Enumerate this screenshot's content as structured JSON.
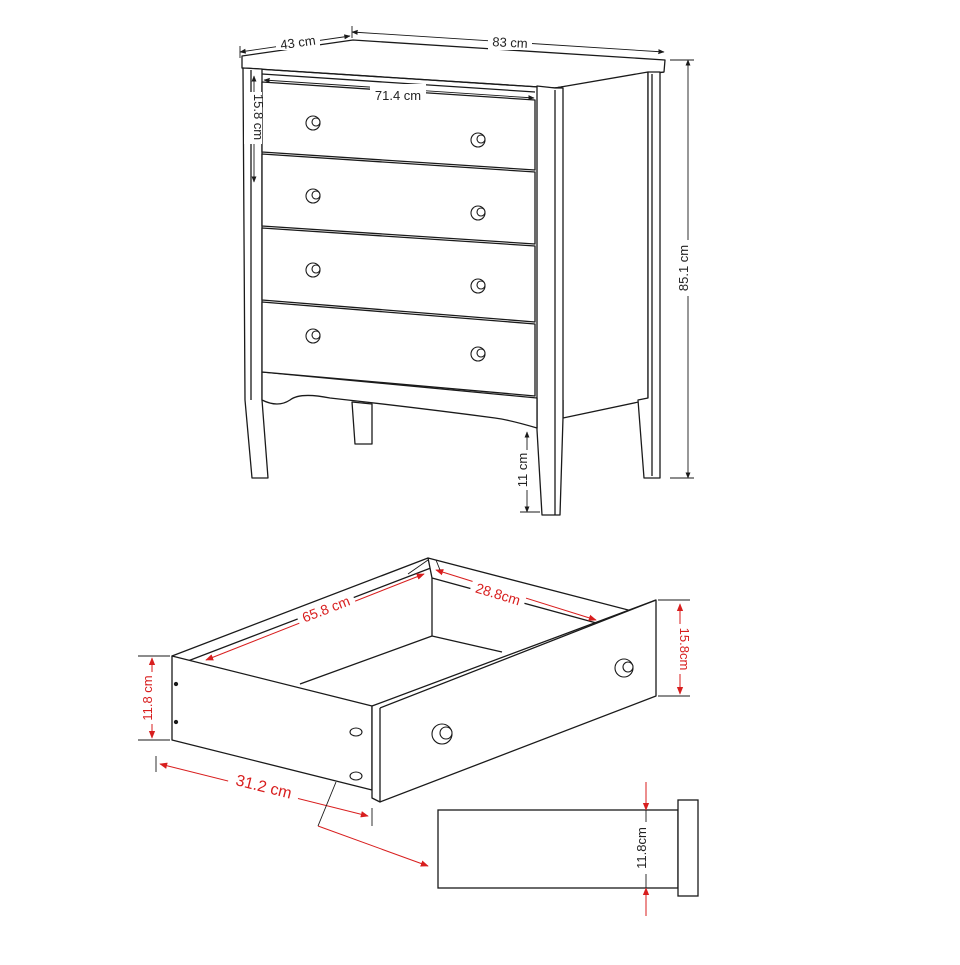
{
  "colors": {
    "outline": "#1a1a1a",
    "dimension_black": "#222222",
    "dimension_red": "#d81e1e",
    "background": "#ffffff"
  },
  "chest": {
    "depth_label": "43 cm",
    "width_label": "83 cm",
    "drawer_front_width_label": "71.4 cm",
    "drawer_front_height_label": "15.8 cm",
    "total_height_label": "85.1 cm",
    "leg_height_label": "11 cm",
    "drawer_count": 4
  },
  "drawer": {
    "inner_length_label": "65.8 cm",
    "inner_depth_label": "28.8cm",
    "front_height_label": "15.8cm",
    "side_height_label": "11.8 cm",
    "side_length_label": "31.2 cm"
  },
  "detail": {
    "side_panel_height_label": "11.8cm"
  }
}
